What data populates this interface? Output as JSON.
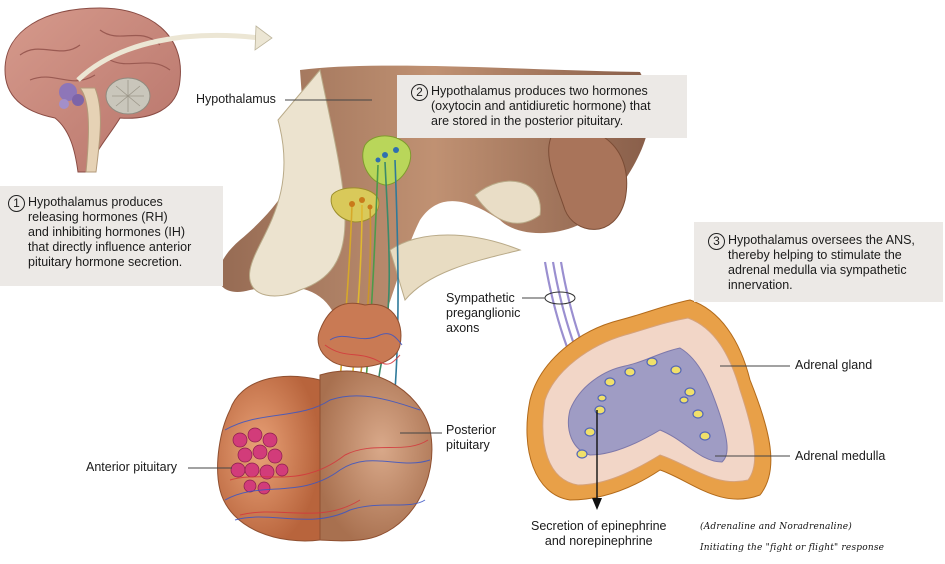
{
  "callouts": [
    {
      "number": "1",
      "lines": [
        "Hypothalamus produces",
        "releasing hormones (RH)",
        "and inhibiting hormones (IH)",
        "that directly influence anterior",
        "pituitary hormone secretion."
      ]
    },
    {
      "number": "2",
      "lines": [
        "Hypothalamus produces two hormones",
        "(oxytocin and antidiuretic hormone) that",
        "are stored in the posterior pituitary."
      ]
    },
    {
      "number": "3",
      "lines": [
        "Hypothalamus oversees the ANS,",
        "thereby helping to stimulate the",
        "adrenal medulla via sympathetic",
        "innervation."
      ]
    }
  ],
  "labels": {
    "hypothalamus": "Hypothalamus",
    "anterior_pituitary": "Anterior pituitary",
    "posterior_pituitary": [
      "Posterior",
      "pituitary"
    ],
    "sympathetic": [
      "Sympathetic",
      "preganglionic",
      "axons"
    ],
    "adrenal_gland": "Adrenal gland",
    "adrenal_medulla": "Adrenal medulla",
    "secretion": [
      "Secretion of epinephrine",
      "and norepinephrine"
    ]
  },
  "handwritten": {
    "line1": "(Adrenaline and Noradrenaline)",
    "line2": "Initiating the \"fight or flight\" response"
  }
}
